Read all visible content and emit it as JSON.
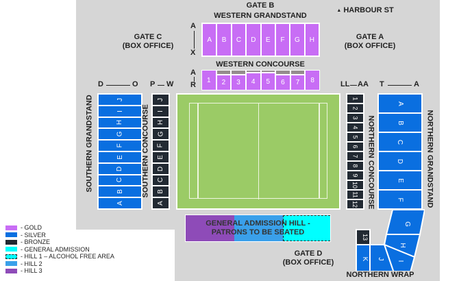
{
  "colors": {
    "gold": "#c86df5",
    "silver": "#0a6fe0",
    "bronze": "#222a33",
    "general_admission": "#00ffff",
    "hill_1": "#00ffff",
    "hill_2": "#3aa0ea",
    "hill_3": "#8e4bb8",
    "pitch": "#9bcb66",
    "background": "#d6d6d6",
    "concourse_overhead": "#958d8d"
  },
  "gates": {
    "gate_b": "GATE B",
    "gate_c": "GATE C",
    "gate_c_sub": "(BOX OFFICE)",
    "gate_a": "GATE A",
    "gate_a_sub": "(BOX OFFICE)",
    "gate_d": "GATE D",
    "gate_d_sub": "(BOX OFFICE)"
  },
  "street": {
    "icon": "triangle-up-icon",
    "symbol": "▲",
    "label": "HARBOUR ST"
  },
  "western_grandstand": {
    "title": "WESTERN GRANDSTAND",
    "tier": "gold",
    "row_range": {
      "start": "A",
      "end": "X"
    },
    "sections": [
      "A",
      "B",
      "C",
      "D",
      "E",
      "F",
      "G",
      "H"
    ]
  },
  "western_concourse": {
    "title": "WESTERN CONCOURSE",
    "tier": "gold",
    "row_range": {
      "start": "A",
      "end": "R"
    },
    "sections": [
      "1",
      "2",
      "3",
      "4",
      "5",
      "6",
      "7",
      "8"
    ]
  },
  "southern_grandstand": {
    "title": "SOUTHERN GRANDSTAND",
    "tier": "silver",
    "row_range": {
      "start": "D",
      "end": "O"
    },
    "sections": [
      "J",
      "I",
      "H",
      "G",
      "F",
      "E",
      "D",
      "C",
      "B",
      "A"
    ]
  },
  "southern_concourse": {
    "title": "SOUTHERN CONCOURSE",
    "tier": "bronze",
    "row_range": {
      "start": "P",
      "end": "W"
    },
    "sections": [
      "J",
      "I",
      "H",
      "G",
      "F",
      "E",
      "D",
      "C",
      "B",
      "A"
    ]
  },
  "northern_concourse": {
    "title": "NORTHERN CONCOURSE",
    "tier": "bronze",
    "row_range": {
      "start": "LL",
      "end": "AA"
    },
    "sections": [
      "1",
      "2",
      "3",
      "4",
      "5",
      "6",
      "7",
      "8",
      "9",
      "10",
      "11",
      "12"
    ]
  },
  "northern_grandstand": {
    "title": "NORTHERN GRANDSTAND",
    "tier": "silver",
    "row_range": {
      "start": "T",
      "end": "A"
    },
    "sections": [
      "A",
      "B",
      "C",
      "D",
      "E",
      "F"
    ]
  },
  "northern_wrap": {
    "title": "NORTHERN WRAP",
    "silver_sections": [
      "G",
      "H",
      "I",
      "J",
      "K"
    ],
    "bronze_sections": [
      "13"
    ]
  },
  "hill": {
    "label_line1": "GENERAL ADMISSION HILL -",
    "label_line2": "PATRONS TO BE SEATED",
    "zones": [
      "hill_3",
      "hill_2",
      "hill_1"
    ]
  },
  "legend": [
    {
      "key": "gold",
      "label": "- GOLD"
    },
    {
      "key": "silver",
      "label": "- SILVER"
    },
    {
      "key": "bronze",
      "label": "- BRONZE"
    },
    {
      "key": "general_admission",
      "label": "- GENERAL ADMISSION"
    },
    {
      "key": "hill_1",
      "label": "- HILL 1 – ALCOHOL FREE AREA"
    },
    {
      "key": "hill_2",
      "label": "- HILL 2"
    },
    {
      "key": "hill_3",
      "label": "- HILL 3"
    }
  ]
}
